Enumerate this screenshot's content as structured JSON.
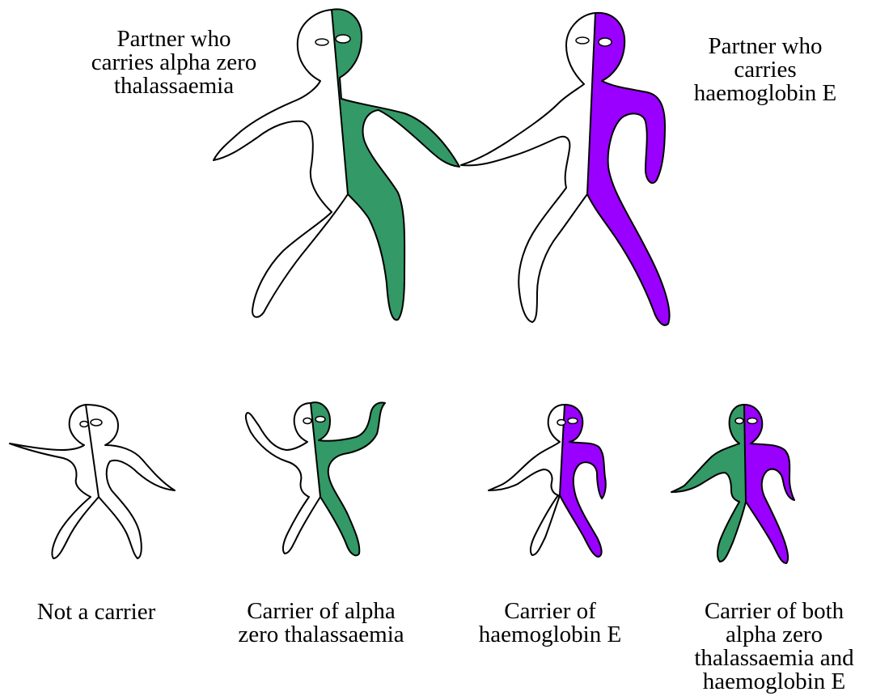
{
  "colors": {
    "alpha_zero": "#339966",
    "haemoglobin_e": "#9900ff",
    "outline": "#000000",
    "background": "#ffffff"
  },
  "parents": {
    "left_label": "Partner who\ncarries alpha zero\nthalassaemia",
    "right_label": "Partner who\ncarries\nhaemoglobin E"
  },
  "children": [
    {
      "label": "Not a carrier",
      "left_half": "white",
      "right_half": "white"
    },
    {
      "label": "Carrier of alpha\nzero thalassaemia",
      "left_half": "white",
      "right_half": "green"
    },
    {
      "label": "Carrier of\nhaemoglobin E",
      "left_half": "white",
      "right_half": "purple"
    },
    {
      "label": "Carrier of both\nalpha zero\nthalassaemia and\nhaemoglobin E",
      "left_half": "green",
      "right_half": "purple"
    }
  ]
}
